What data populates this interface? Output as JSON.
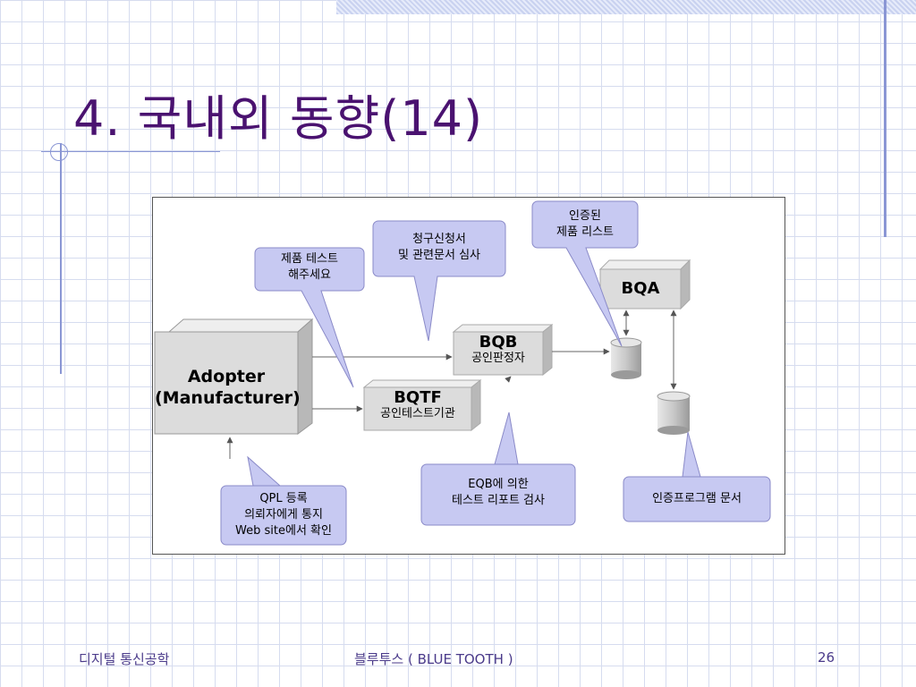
{
  "slide": {
    "title": "4. 국내외 동향(14)"
  },
  "diagram": {
    "adopter": {
      "line1": "Adopter",
      "line2": "(Manufacturer)"
    },
    "bqb": {
      "name": "BQB",
      "sub": "공인판정자"
    },
    "bqtf": {
      "name": "BQTF",
      "sub": "공인테스트기관"
    },
    "bqa": {
      "name": "BQA"
    },
    "callouts": {
      "test_request": [
        "제품 테스트",
        "해주세요"
      ],
      "claim_review": [
        "청구신청서",
        "및 관련문서 심사"
      ],
      "certified_list": [
        "인증된",
        "제품 리스트"
      ],
      "qpl": [
        "QPL 등록",
        "의뢰자에게 통지",
        "Web site에서 확인"
      ],
      "eqb_review": [
        "EQB에 의한",
        "테스트 리포트 검사"
      ],
      "cert_docs": [
        "인증프로그램 문서"
      ]
    }
  },
  "footer": {
    "left": "디지털 통신공학",
    "center": "블루투스 ( BLUE TOOTH )",
    "page": "26"
  },
  "colors": {
    "title": "#4a1270",
    "callout_fill": "#c7c9f2",
    "box_fill": "#dcdcdc",
    "accent_lines": "#8a96d4"
  }
}
